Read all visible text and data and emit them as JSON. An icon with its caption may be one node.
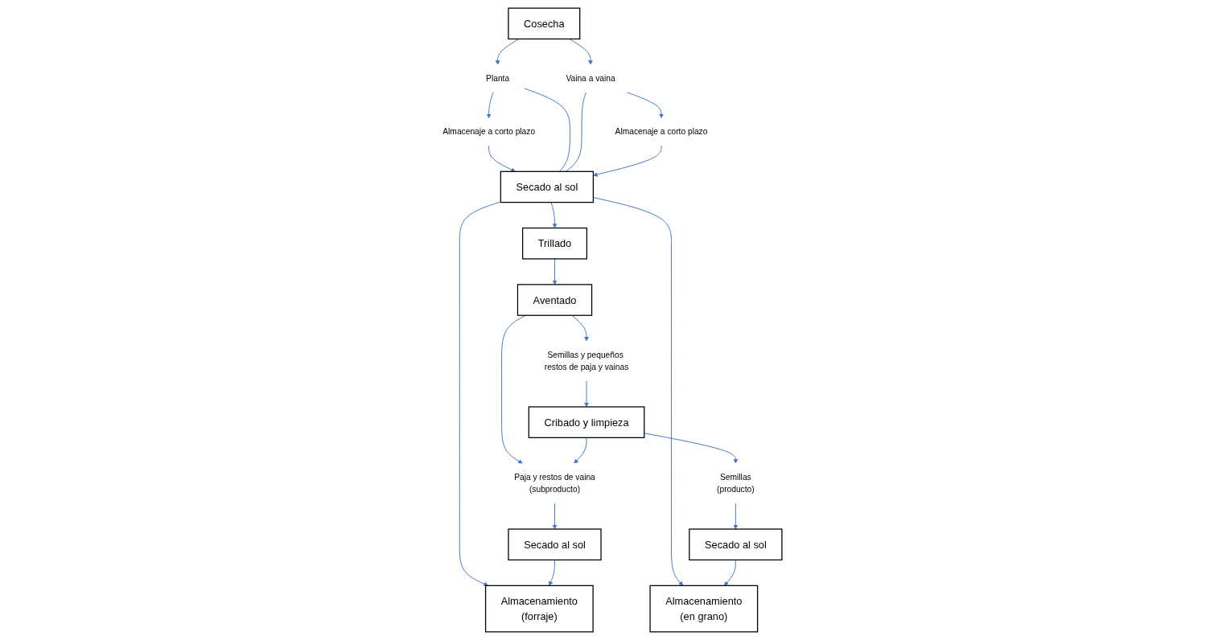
{
  "diagram": {
    "nodes": [
      {
        "text": [
          "Cosecha"
        ]
      },
      {
        "text": [
          "Almacenamiento",
          "(forraje)"
        ]
      },
      {
        "text": [
          "Almacenaje a corto plazo"
        ]
      },
      {
        "text": [
          "Planta"
        ]
      },
      {
        "text": [
          "Vaina a vaina"
        ]
      },
      {
        "text": [
          "Almacenaje a corto plazo"
        ]
      },
      {
        "text": [
          "Almacenamiento",
          "(en grano)"
        ]
      },
      {
        "text": [
          "Secado al sol"
        ]
      },
      {
        "text": [
          "Trillado"
        ]
      },
      {
        "text": [
          "Aventado"
        ]
      },
      {
        "text": [
          "Secado al sol"
        ]
      },
      {
        "text": [
          "Paja y restos de vaina",
          "(subproducto)"
        ]
      },
      {
        "text": [
          "Semillas y pequeños restos de paja y vainas"
        ]
      },
      {
        "text": [
          "Secado al sol"
        ]
      },
      {
        "text": [
          "Cribado y limpieza"
        ]
      },
      {
        "text": [
          "Semillas",
          "(producto)"
        ]
      }
    ],
    "edges": [
      {
        "from": 0,
        "to": 3,
        "arrow": "to"
      },
      {
        "from": 0,
        "to": 4,
        "arrow": "to"
      },
      {
        "from": 3,
        "to": 2,
        "arrow": "to"
      },
      {
        "from": 4,
        "to": 5,
        "arrow": "to"
      },
      {
        "from": 2,
        "to": 7,
        "arrow": "to"
      },
      {
        "from": 3,
        "to": 7,
        "arrow": "none"
      },
      {
        "from": 4,
        "to": 7,
        "arrow": "none"
      },
      {
        "from": 5,
        "to": 7,
        "arrow": "to"
      },
      {
        "from": 7,
        "to": 1,
        "arrow": "to"
      },
      {
        "from": 7,
        "to": 6,
        "arrow": "to"
      },
      {
        "from": 7,
        "to": 8,
        "arrow": "to"
      },
      {
        "from": 8,
        "to": 9,
        "arrow": "to"
      },
      {
        "from": 9,
        "to": 11,
        "arrow": "to"
      },
      {
        "from": 9,
        "to": 12,
        "arrow": "to"
      },
      {
        "from": 11,
        "to": 10,
        "arrow": "to"
      },
      {
        "from": 10,
        "to": 1,
        "arrow": "to"
      },
      {
        "from": 12,
        "to": 14,
        "arrow": "to"
      },
      {
        "from": 14,
        "to": 11,
        "arrow": "to"
      },
      {
        "from": 14,
        "to": 15,
        "arrow": "to"
      },
      {
        "from": 15,
        "to": 13,
        "arrow": "to"
      },
      {
        "from": 13,
        "to": 6,
        "arrow": "to"
      }
    ]
  }
}
